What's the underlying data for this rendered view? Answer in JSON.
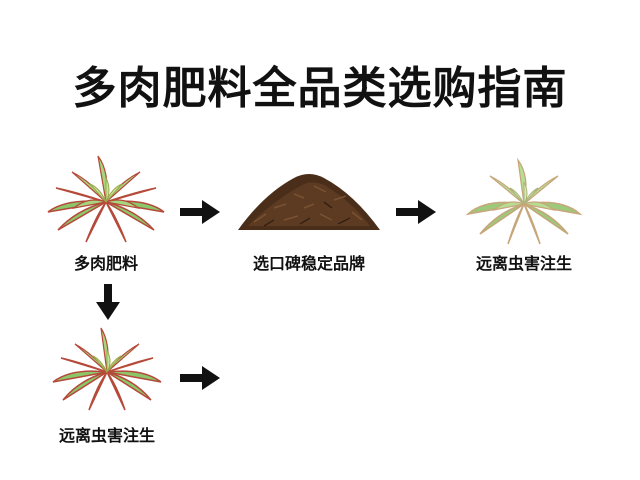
{
  "title": "多肉肥料全品类选购指南",
  "nodes": [
    {
      "id": "succulent-top-left",
      "label": "多肉肥料",
      "icon": "succulent-icon"
    },
    {
      "id": "soil-pile",
      "label": "选口碑稳定品牌",
      "icon": "soil-pile-icon"
    },
    {
      "id": "succulent-top-right",
      "label": "远离虫害注生",
      "icon": "succulent-icon"
    },
    {
      "id": "succulent-bottom-left",
      "label": "远离虫害注生",
      "icon": "succulent-icon"
    }
  ],
  "arrows": [
    {
      "from": "succulent-top-left",
      "to": "soil-pile",
      "direction": "right"
    },
    {
      "from": "soil-pile",
      "to": "succulent-top-right",
      "direction": "right"
    },
    {
      "from": "succulent-top-left",
      "to": "succulent-bottom-left",
      "direction": "down"
    },
    {
      "from": "succulent-bottom-left",
      "to": "",
      "direction": "right"
    }
  ],
  "colors": {
    "leaf_green": "#8cc56a",
    "leaf_edge": "#c0392b",
    "soil_brown": "#4a2e1a",
    "arrow_black": "#111111"
  }
}
